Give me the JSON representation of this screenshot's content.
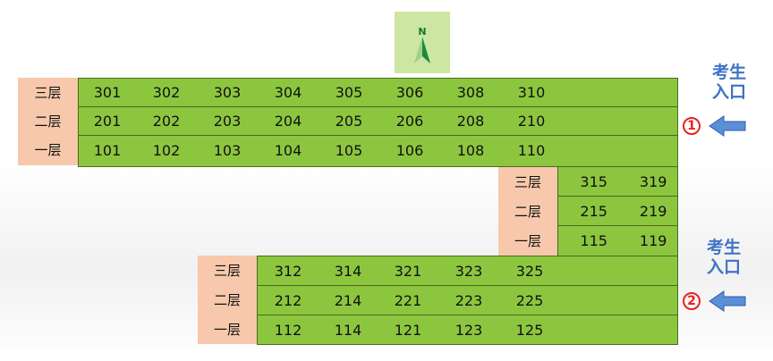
{
  "compass": {
    "label": "N"
  },
  "floor_labels": [
    "三层",
    "二层",
    "一层"
  ],
  "block1": {
    "rows": [
      [
        "301",
        "302",
        "303",
        "304",
        "305",
        "306",
        "308",
        "310"
      ],
      [
        "201",
        "202",
        "203",
        "204",
        "205",
        "206",
        "208",
        "210"
      ],
      [
        "101",
        "102",
        "103",
        "104",
        "105",
        "106",
        "108",
        "110"
      ]
    ]
  },
  "block2": {
    "rows": [
      [
        "315",
        "319"
      ],
      [
        "215",
        "219"
      ],
      [
        "115",
        "119"
      ]
    ]
  },
  "block3": {
    "rows": [
      [
        "312",
        "314",
        "321",
        "323",
        "325"
      ],
      [
        "212",
        "214",
        "221",
        "223",
        "225"
      ],
      [
        "112",
        "114",
        "121",
        "123",
        "125"
      ]
    ]
  },
  "entrances": [
    {
      "text_line1": "考生",
      "text_line2": "入口",
      "number": "①"
    },
    {
      "text_line1": "考生",
      "text_line2": "入口",
      "number": "②"
    }
  ],
  "colors": {
    "room_green": "#8cc63f",
    "floor_label_bg": "#f7c8ab",
    "entry_blue": "#3f73c4",
    "marker_red": "#e8231f"
  }
}
